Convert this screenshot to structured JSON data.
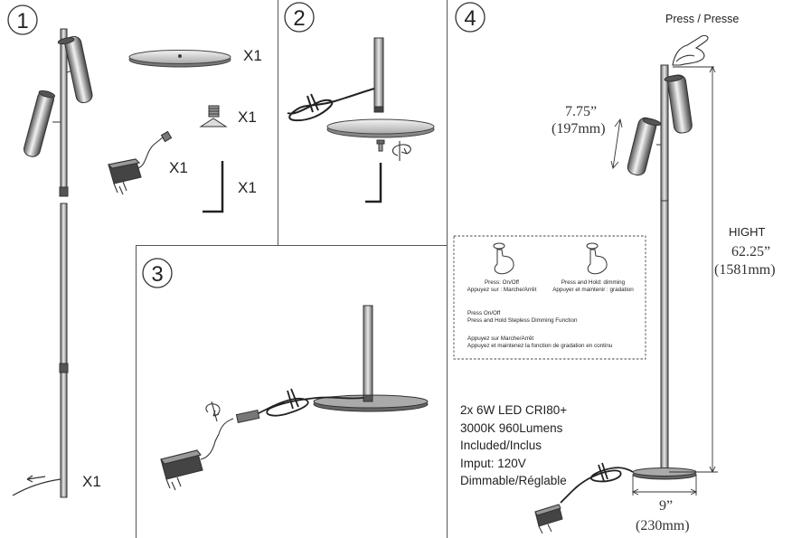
{
  "steps": [
    "1",
    "2",
    "3",
    "4"
  ],
  "panel1": {
    "qty_base": "X1",
    "qty_screw": "X1",
    "qty_adapter": "X1",
    "qty_key": "X1",
    "qty_pole": "X1"
  },
  "panel4": {
    "press_label": "Press / Presse",
    "head_length_in": "7.75”",
    "head_length_mm": "(197mm)",
    "height_label": "HIGHT",
    "height_in": "62.25”",
    "height_mm": "(1581mm)",
    "base_width_in": "9”",
    "base_width_mm": "(230mm)",
    "specs": [
      "2x 6W LED  CRI80+",
      "3000K 960Lumens",
      "Included/Inclus",
      "Imput: 120V",
      "Dimmable/Réglable"
    ],
    "instructions": {
      "press_caption_1": "Press: On/Off",
      "press_caption_2": "Appuyez sur : Marche/Arrêt",
      "hold_caption_1": "Press and Hold: dimming",
      "hold_caption_2": "Appuyer et maintenir : gradation",
      "en_line_1": "Press On/Off",
      "en_line_2": "Press and Hold Stepless Dimming Function",
      "fr_line_1": "Appuyez sur Marche/Arrêt",
      "fr_line_2": "Appuyez et maintenez la fonction de gradation en continu"
    }
  }
}
